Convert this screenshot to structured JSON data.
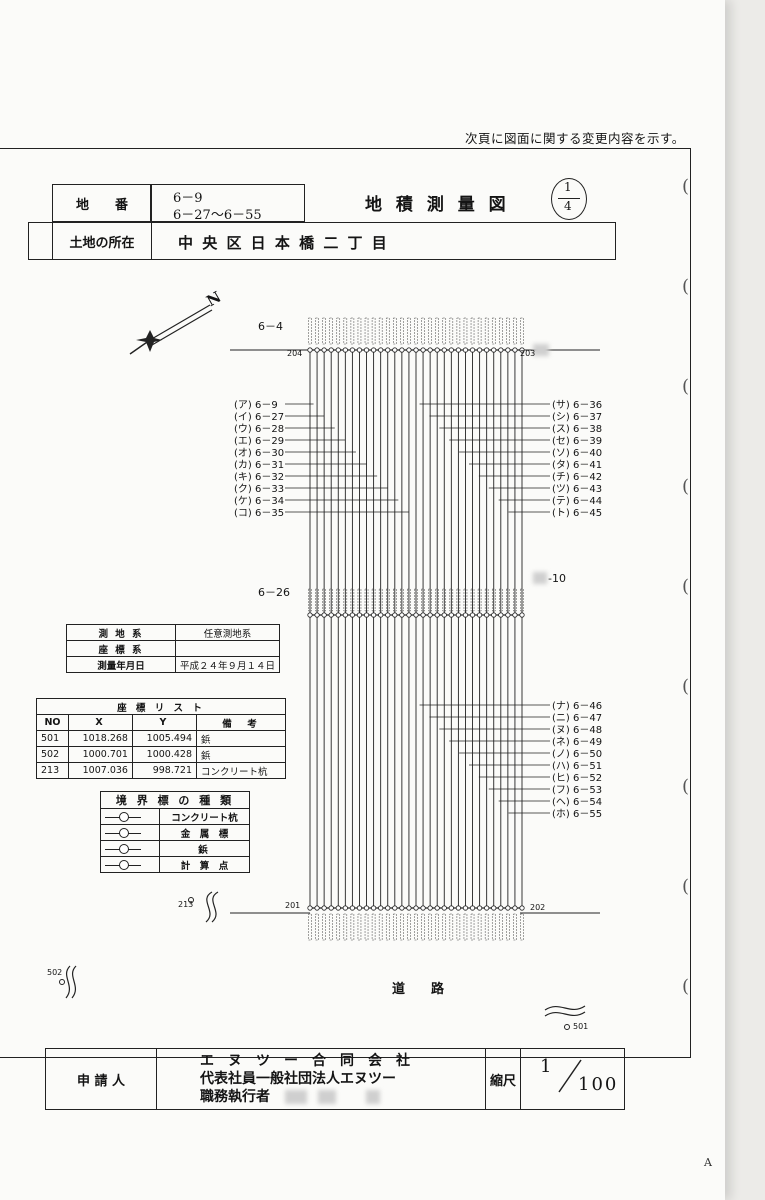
{
  "note": "次頁に図面に関する変更内容を示す。",
  "header": {
    "lot_label": "地　　番",
    "lot_lines": [
      "6－9",
      "6－27～6－55"
    ],
    "title": "地 積 測 量 図",
    "page_num": "1",
    "page_den": "4",
    "location_label": "土地の所在",
    "location_value": "中 央 区 日 本 橋 二 丁 目"
  },
  "map": {
    "north": "N",
    "lot_top_left": "6－4",
    "lot_mid_left": "6－26",
    "lot_mid_right": "-10",
    "road": "道　　路",
    "point_ids": [
      "204",
      "203",
      "201",
      "202",
      "213",
      "502",
      "501"
    ],
    "left_lots": [
      "(ア) 6－9",
      "(イ) 6－27",
      "(ウ) 6－28",
      "(エ) 6－29",
      "(オ) 6－30",
      "(カ) 6－31",
      "(キ) 6－32",
      "(ク) 6－33",
      "(ケ) 6－34",
      "(コ) 6－35"
    ],
    "right_lots_top": [
      "(サ) 6－36",
      "(シ) 6－37",
      "(ス) 6－38",
      "(セ) 6－39",
      "(ソ) 6－40",
      "(タ) 6－41",
      "(チ) 6－42",
      "(ツ) 6－43",
      "(テ) 6－44",
      "(ト) 6－45"
    ],
    "right_lots_bottom": [
      "(ナ) 6－46",
      "(ニ) 6－47",
      "(ヌ) 6－48",
      "(ネ) 6－49",
      "(ノ) 6－50",
      "(ハ) 6－51",
      "(ヒ) 6－52",
      "(フ) 6－53",
      "(ヘ) 6－54",
      "(ホ) 6－55"
    ]
  },
  "survey": {
    "rows": [
      {
        "label": "測 地 系",
        "value": "任意測地系"
      },
      {
        "label": "座 標 系",
        "value": ""
      },
      {
        "label": "測量年月日",
        "value": "平成２４年９月１４日"
      }
    ]
  },
  "coords": {
    "title": "座 標 リ ス ト",
    "headers": [
      "NO",
      "X",
      "Y",
      "備　考"
    ],
    "rows": [
      [
        "501",
        "1018.268",
        "1005.494",
        "鋲"
      ],
      [
        "502",
        "1000.701",
        "1000.428",
        "鋲"
      ],
      [
        "213",
        "1007.036",
        "998.721",
        "コンクリート杭"
      ]
    ]
  },
  "markers": {
    "title": "境 界 標 の 種 類",
    "items": [
      "コンクリート杭",
      "金　属　標",
      "鋲",
      "計　算　点"
    ]
  },
  "footer": {
    "applicant_label": "申 請 人",
    "applicant_lines": [
      "エ　ヌ　ツ　ー　合　同　会　社",
      "代表社員一般社団法人エヌツー",
      "職務執行者"
    ],
    "scale_label": "縮尺",
    "scale_num": "1",
    "scale_den": "100"
  },
  "corner": "A"
}
